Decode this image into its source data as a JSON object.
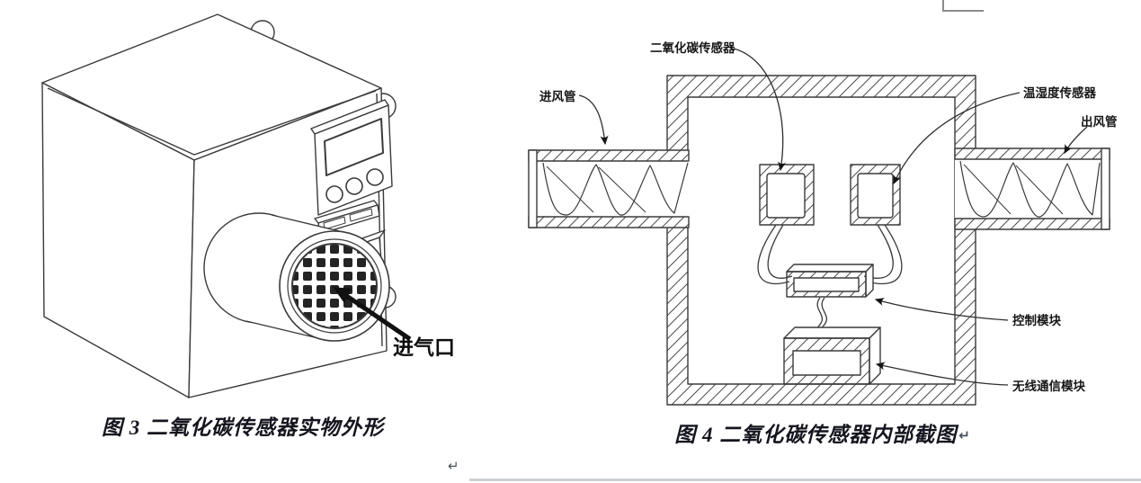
{
  "figure3": {
    "caption": "图 3  二氧化碳传感器实物外形",
    "air_inlet_label": "进气口"
  },
  "figure4": {
    "caption": "图 4  二氧化碳传感器内部截图",
    "caption_return_mark": "↵",
    "labels": {
      "co2_sensor": "二氧化碳传感器",
      "temp_humidity_sensor": "温湿度传感器",
      "air_inlet_pipe": "进风管",
      "air_outlet_pipe": "出风管",
      "control_module": "控制模块",
      "wireless_comm_module": "无线通信模块"
    }
  },
  "page": {
    "paragraph_return_mark": "↵"
  },
  "colors": {
    "line_art": "#3a3a3a",
    "label_text": "#161616",
    "caption_text": "#15151f",
    "divider_line": "#ccd1d6",
    "fragment_line": "#8b8b8b"
  }
}
